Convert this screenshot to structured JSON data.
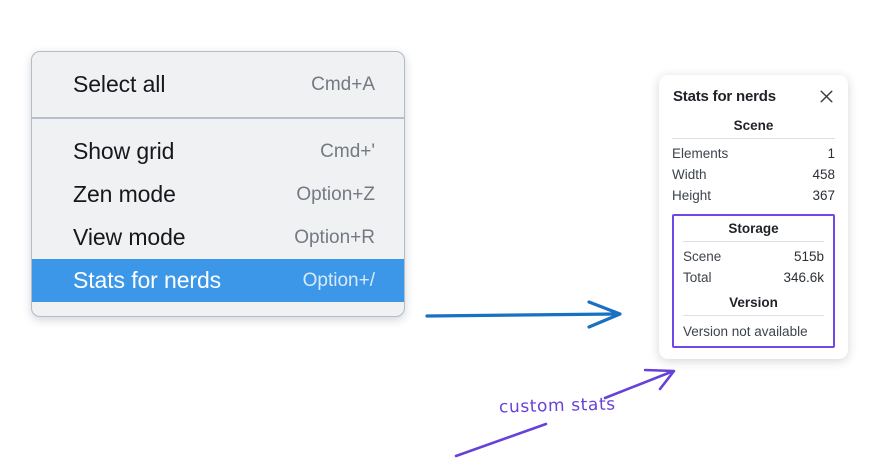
{
  "menu": {
    "groups": [
      {
        "items": [
          {
            "label": "Select all",
            "shortcut": "Cmd+A",
            "selected": false
          }
        ]
      },
      {
        "items": [
          {
            "label": "Show grid",
            "shortcut": "Cmd+'",
            "selected": false
          },
          {
            "label": "Zen mode",
            "shortcut": "Option+Z",
            "selected": false
          },
          {
            "label": "View mode",
            "shortcut": "Option+R",
            "selected": false
          },
          {
            "label": "Stats for nerds",
            "shortcut": "Option+/",
            "selected": true
          }
        ]
      }
    ]
  },
  "stats_panel": {
    "title": "Stats for nerds",
    "close_icon": "close-icon",
    "sections": {
      "scene": {
        "title": "Scene",
        "rows": [
          {
            "key": "Elements",
            "value": "1"
          },
          {
            "key": "Width",
            "value": "458"
          },
          {
            "key": "Height",
            "value": "367"
          }
        ]
      },
      "storage": {
        "title": "Storage",
        "rows": [
          {
            "key": "Scene",
            "value": "515b"
          },
          {
            "key": "Total",
            "value": "346.6k"
          }
        ]
      },
      "version": {
        "title": "Version",
        "text": "Version not available"
      }
    }
  },
  "annotations": {
    "handwritten_label": "custom stats",
    "arrow_blue_color": "#1971c2",
    "arrow_purple_color": "#6741d9",
    "highlight_box_color": "#7048e8",
    "menu_selected_color": "#3d97e8"
  }
}
